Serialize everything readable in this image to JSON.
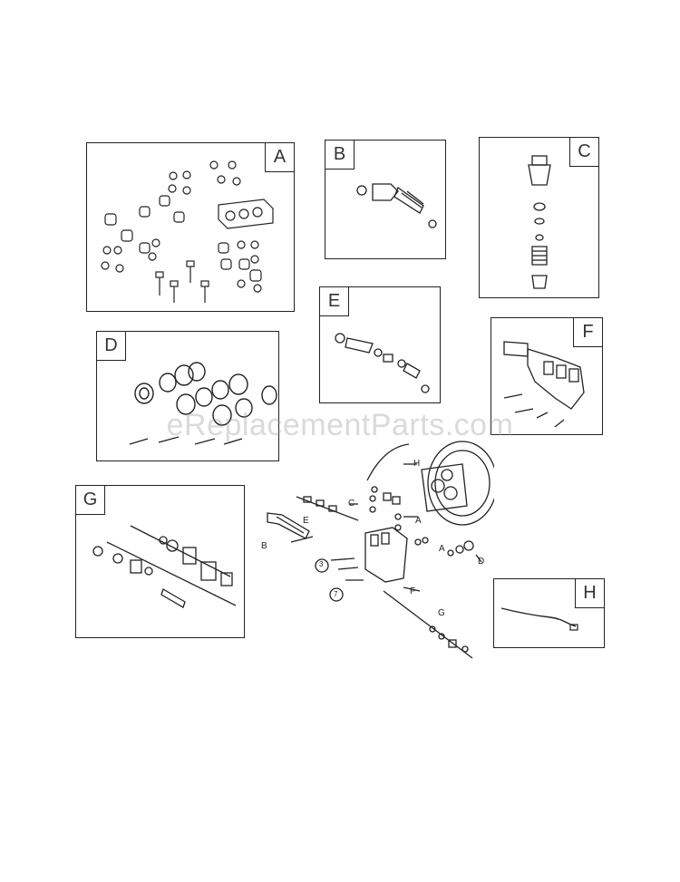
{
  "panels": {
    "a": "A",
    "b": "B",
    "c": "C",
    "d": "D",
    "e": "E",
    "f": "F",
    "g": "G",
    "h": "H"
  },
  "callouts": [
    "A",
    "B",
    "C",
    "D",
    "E",
    "F",
    "G",
    "H",
    "A"
  ],
  "circle_numbers": [
    "3",
    "7"
  ],
  "watermark": "eReplacementParts.com"
}
